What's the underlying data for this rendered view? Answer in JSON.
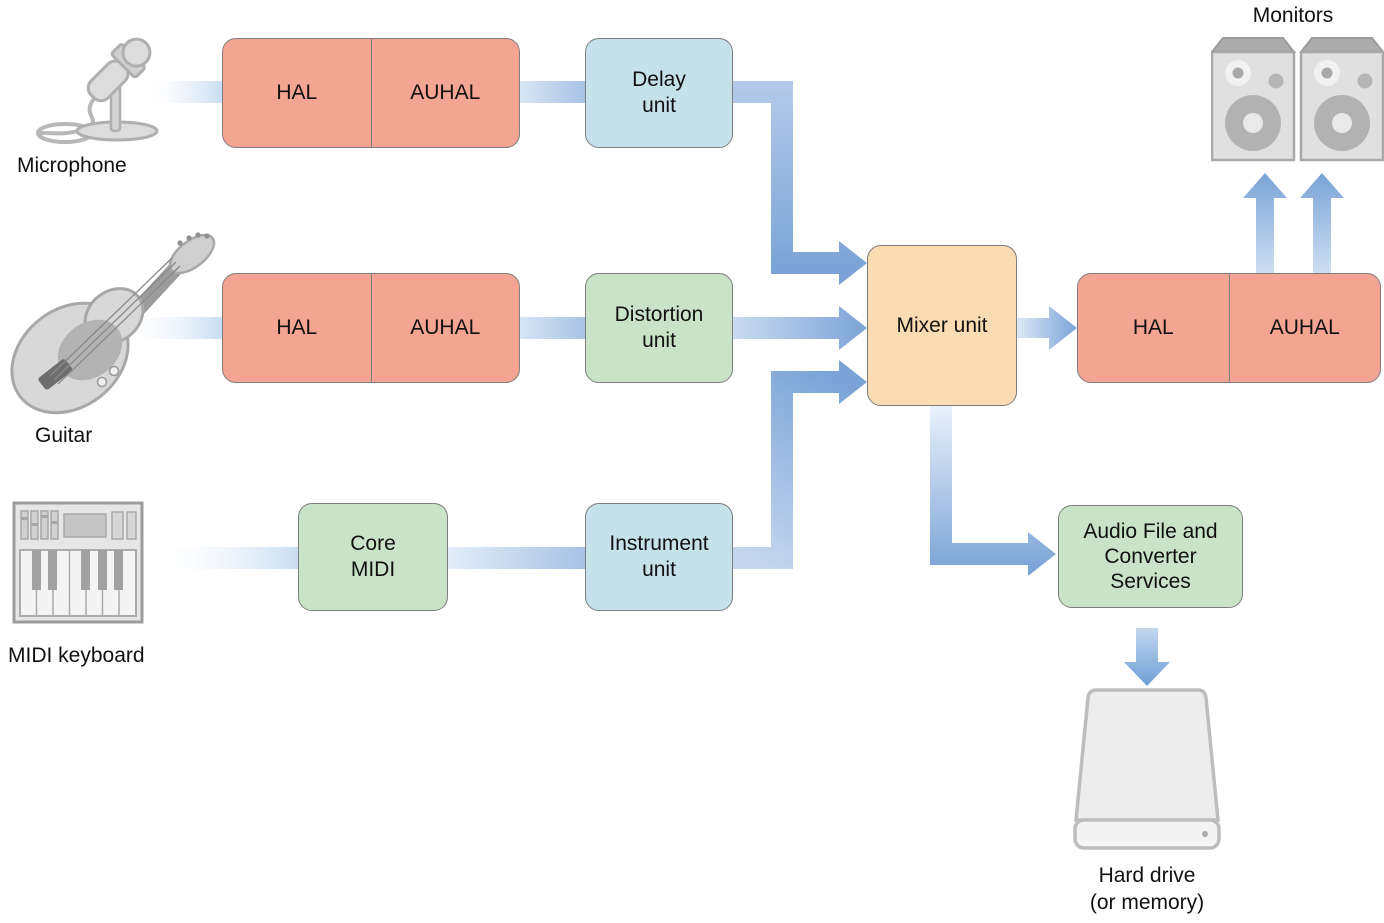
{
  "diagram": {
    "inputs": [
      {
        "label": "Microphone"
      },
      {
        "label": "Guitar"
      },
      {
        "label": "MIDI keyboard"
      }
    ],
    "mic_hal_box": {
      "left": "HAL",
      "right": "AUHAL"
    },
    "guitar_hal_box": {
      "left": "HAL",
      "right": "AUHAL"
    },
    "output_hal_box": {
      "left": "HAL",
      "right": "AUHAL"
    },
    "delay_box": {
      "line1": "Delay",
      "line2": "unit"
    },
    "distortion_box": {
      "line1": "Distortion",
      "line2": "unit"
    },
    "core_midi_box": {
      "line1": "Core",
      "line2": "MIDI"
    },
    "instrument_box": {
      "line1": "Instrument",
      "line2": "unit"
    },
    "mixer_box": {
      "label": "Mixer unit"
    },
    "audio_file_box": {
      "line1": "Audio File and",
      "line2": "Converter",
      "line3": "Services"
    },
    "monitors_label": "Monitors",
    "hard_drive_label": {
      "line1": "Hard drive",
      "line2": "(or memory)"
    }
  },
  "colors": {
    "hal_fill": "#F3A492",
    "blue_unit_fill": "#C5E1EA",
    "green_unit_fill": "#C9E3C9",
    "mixer_fill": "#FBDCB2",
    "arrow_blue": "#7BA3D7",
    "box_border": "#7E7E7E",
    "icon_gray": "#D8D8D8",
    "text_color": "#111111"
  }
}
